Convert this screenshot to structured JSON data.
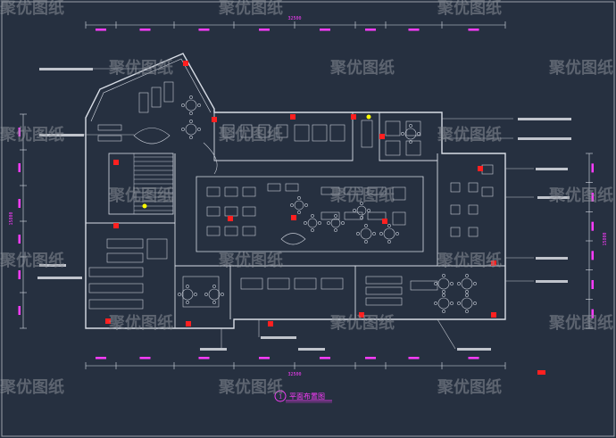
{
  "drawing": {
    "title_main": "平面布置图",
    "title_symbol": "1",
    "overall_dimension_top": "32500",
    "overall_dimension_bottom": "32500",
    "overall_dimension_left": "15800",
    "overall_dimension_right": "15800"
  },
  "watermark": {
    "text": "聚优图纸"
  },
  "colors": {
    "background": "#263040",
    "wall": "#d8dde6",
    "furniture": "#c7ccd6",
    "dimension": "#ff3cff",
    "accent_red": "#ff2020",
    "accent_yellow": "#ffff00",
    "leader": "#c0c4cc",
    "watermark": "#8a8f98"
  }
}
